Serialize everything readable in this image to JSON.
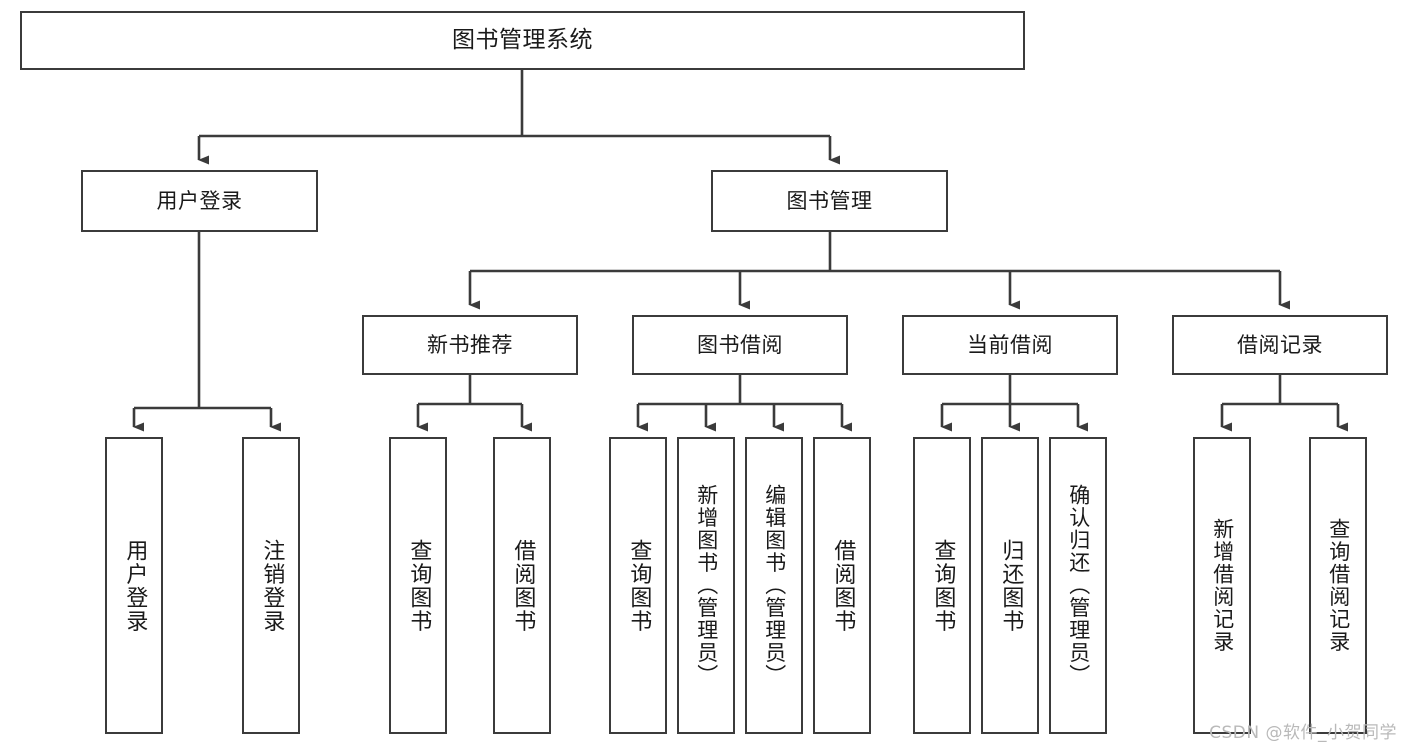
{
  "diagram": {
    "type": "tree",
    "title": "图书管理系统",
    "root": {
      "label": "图书管理系统"
    },
    "level1": [
      {
        "label": "用户登录"
      },
      {
        "label": "图书管理"
      }
    ],
    "level2": [
      {
        "label": "新书推荐"
      },
      {
        "label": "图书借阅"
      },
      {
        "label": "当前借阅"
      },
      {
        "label": "借阅记录"
      }
    ],
    "leaves": {
      "user_login": [
        {
          "label": "用户登录"
        },
        {
          "label": "注销登录"
        }
      ],
      "new_book_recommend": [
        {
          "label": "查询图书"
        },
        {
          "label": "借阅图书"
        }
      ],
      "book_borrow": [
        {
          "label": "查询图书"
        },
        {
          "label": "新增图书（管理员）"
        },
        {
          "label": "编辑图书（管理员）"
        },
        {
          "label": "借阅图书"
        }
      ],
      "current_borrow": [
        {
          "label": "查询图书"
        },
        {
          "label": "归还图书"
        },
        {
          "label": "确认归还（管理员）"
        }
      ],
      "borrow_record": [
        {
          "label": "新增借阅记录"
        },
        {
          "label": "查询借阅记录"
        }
      ]
    }
  },
  "watermark": {
    "text": "CSDN @软件_小贺同学"
  },
  "colors": {
    "stroke": "#3b3b3b",
    "fill": "#ffffff",
    "text": "#1a1a1a",
    "watermark": "#b9b9b9"
  }
}
